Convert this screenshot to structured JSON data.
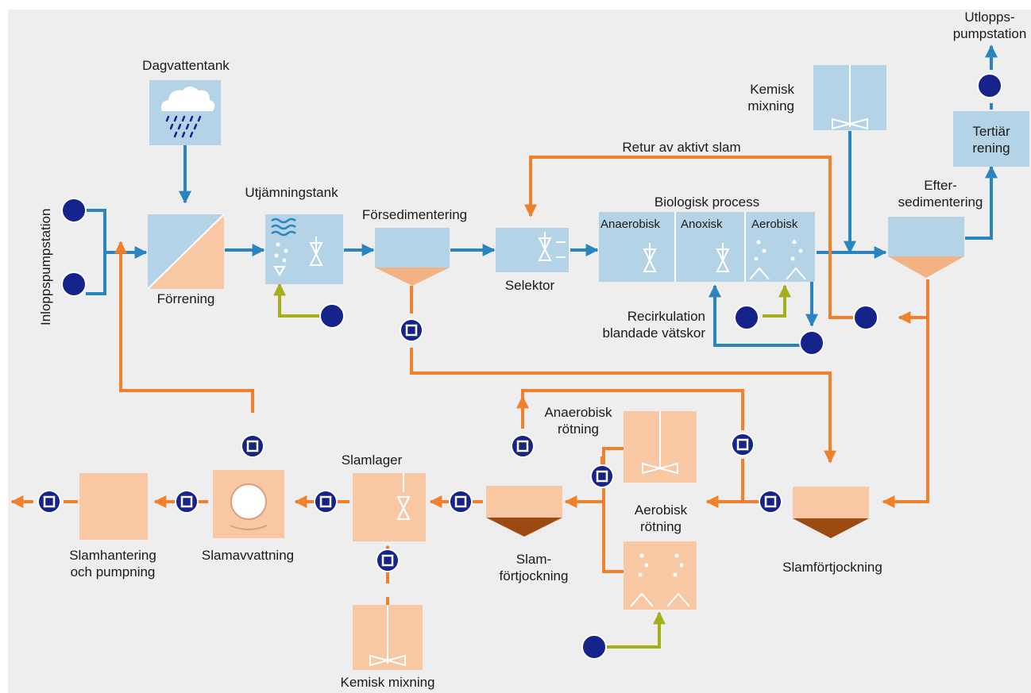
{
  "title": "",
  "colors": {
    "water": "#2a84c0",
    "sludge": "#f0802c",
    "chemical": "#a7ae1c",
    "pump": "#15238a",
    "tank_blue": "#b5d3e7",
    "tank_orange": "#f8c7a4",
    "cone_brown": "#9d4a12",
    "cone_orange": "#f3b283",
    "background": "#eeeeee"
  },
  "labels": {
    "dagvattentank": "Dagvattentank",
    "inloppspumpstation": "Inloppspumpstation",
    "forrening": "Förrening",
    "utjamningstank": "Utjämningstank",
    "forsedimentering": "Försedimentering",
    "selektor": "Selektor",
    "retur": "Retur av aktivt slam",
    "biologisk": "Biologisk process",
    "anaerobisk": "Anaerobisk",
    "anoxisk": "Anoxisk",
    "aerobisk": "Aerobisk",
    "recirkulation": "Recirkulation\nblandade vätskor",
    "kemisk_mixning_top": "Kemisk\nmixning",
    "efter": "Efter-\nsedimentering",
    "tertiar": "Tertiär\nrening",
    "utlopp": "Utlopps-\npumpstation",
    "anaerobisk_rotning": "Anaerobisk\nrötning",
    "aerobisk_rotning": "Aerobisk\nrötning",
    "slamlager": "Slamlager",
    "slamfortjockning_mid": "Slam-\nförtjockning",
    "slamfortjockning_right": "Slamförtjockning",
    "slamavvattning": "Slamavvattning",
    "slamhantering": "Slamhantering\noch pumpning",
    "kemisk_mixning_bottom": "Kemisk mixning"
  }
}
